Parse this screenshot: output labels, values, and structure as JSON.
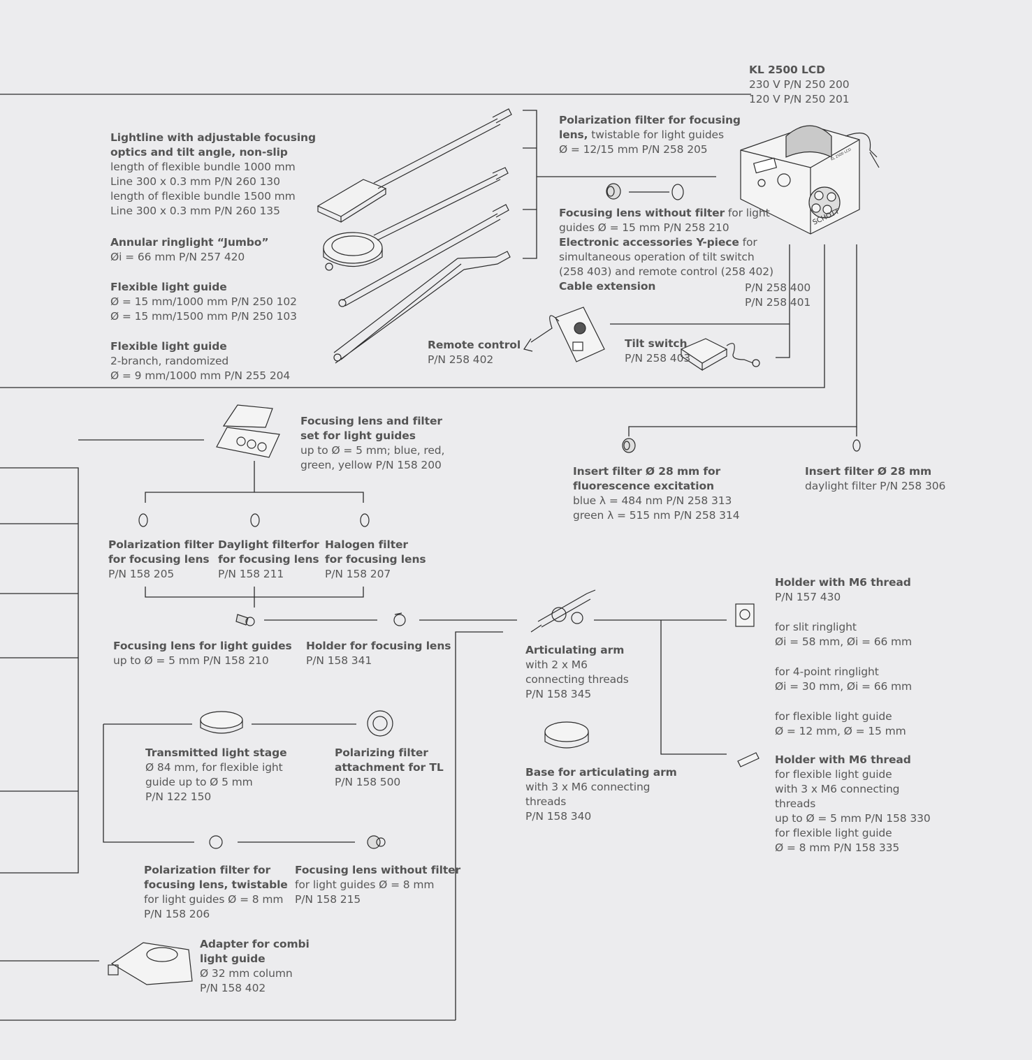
{
  "kl2500": {
    "title": "KL 2500 LCD",
    "lines": [
      "230 V   P/N 250 200",
      "120 V   P/N 250 201"
    ],
    "brand": "SCHOTT",
    "device_label": "KL 2500 LCD"
  },
  "polfilter_guides": {
    "title_a": "Polarization filter for focusing",
    "title_b": "lens,",
    "rest_b": " twistable for light guides",
    "lines": [
      "Ø = 12/15 mm   P/N 258 205"
    ]
  },
  "lightline": {
    "title": [
      "Lightline with adjustable focusing",
      "optics and tilt angle, non-slip"
    ],
    "lines": [
      "length of flexible bundle 1000 mm",
      "Line 300 x 0.3 mm      P/N 260 130",
      "length of flexible bundle 1500 mm",
      "Line 300 x 0.3 mm      P/N 260 135"
    ]
  },
  "jumbo": {
    "title": "Annular ringlight “Jumbo”",
    "lines": [
      "Øi =  66 mm                P/N 257 420"
    ]
  },
  "flex_guide": {
    "title": "Flexible light guide",
    "lines": [
      "Ø = 15 mm/1000 mm  P/N 250 102",
      "Ø = 15 mm/1500 mm  P/N 250 103"
    ]
  },
  "flex_guide2": {
    "title": "Flexible light guide",
    "lines": [
      "2-branch, randomized",
      "Ø = 9 mm/1000 mm    P/N 255 204"
    ]
  },
  "focus_nofilter": {
    "title": "Focusing lens without filter",
    "rest": " for light",
    "lines": [
      "guides Ø = 15 mm   P/N 258 210"
    ]
  },
  "ypiece": {
    "title": "Electronic accessories Y-piece",
    "rest": " for",
    "lines": [
      "simultaneous operation of tilt switch",
      "(258 403) and remote control (258 402)"
    ]
  },
  "cable": {
    "title": "Cable extension",
    "pn": [
      "P/N 258 400",
      "P/N 258 401"
    ]
  },
  "remote": {
    "title": "Remote  control",
    "lines": [
      "P/N 258 402"
    ]
  },
  "tilt": {
    "title": "Tilt switch",
    "lines": [
      "P/N 258 403"
    ]
  },
  "filterset": {
    "title": [
      "Focusing lens and filter",
      "set for light guides"
    ],
    "lines": [
      "up to Ø = 5 mm; blue, red,",
      "green, yellow   P/N 158 200"
    ]
  },
  "insert_fluo": {
    "title": [
      "Insert filter Ø 28 mm for",
      "fluorescence excitation"
    ],
    "lines": [
      "blue λ = 484 nm     P/N 258 313",
      "green λ = 515 nm   P/N 258 314"
    ]
  },
  "insert_day": {
    "title": "Insert filter Ø 28 mm",
    "lines": [
      "daylight filter  P/N 258 306"
    ]
  },
  "pol_fl": {
    "title": [
      "Polarization filter",
      "for focusing lens"
    ],
    "lines": [
      "P/N 158 205"
    ]
  },
  "day_fl": {
    "title": [
      "Daylight filterfor",
      "for focusing lens"
    ],
    "lines": [
      "P/N 158 211"
    ]
  },
  "hal_fl": {
    "title": [
      "Halogen filter",
      "for focusing lens"
    ],
    "lines": [
      "P/N 158 207"
    ]
  },
  "fl_guides": {
    "title": "Focusing lens for light guides",
    "lines": [
      "up to Ø = 5 mm    P/N 158 210"
    ]
  },
  "holder_fl": {
    "title": "Holder for focusing lens",
    "lines": [
      "P/N 158 341"
    ]
  },
  "arm": {
    "title": "Articulating arm",
    "lines": [
      "with 2 x M6",
      "connecting threads",
      "P/N 158 345"
    ]
  },
  "base": {
    "title": "Base for articulating arm",
    "lines": [
      "with 3 x M6 connecting",
      "threads",
      "P/N 158 340"
    ]
  },
  "holder_m6": {
    "title": "Holder with M6 thread",
    "lines": [
      "P/N 157 430",
      "",
      "for slit ringlight",
      "Øi  = 58 mm, Øi  = 66 mm",
      "",
      "for 4-point ringlight",
      "Øi  = 30 mm, Øi  = 66 mm",
      "",
      "for flexible light guide",
      "Ø  = 12 mm, Ø  = 15 mm"
    ]
  },
  "holder_m6b": {
    "title": "Holder with M6 thread",
    "lines": [
      "for flexible light guide",
      "with 3 x M6 connecting",
      "threads",
      "up to Ø = 5 mm  P/N 158 330",
      "for flexible light guide",
      "Ø = 8 mm  P/N 158 335"
    ]
  },
  "tl_stage": {
    "title": "Transmitted light stage",
    "lines": [
      "Ø 84 mm, for flexible ight",
      "guide up to Ø 5 mm",
      "P/N 122 150"
    ]
  },
  "pol_tl": {
    "title": [
      "Polarizing filter",
      "attachment for TL"
    ],
    "lines": [
      "P/N 158 500"
    ]
  },
  "pol_twist": {
    "title": [
      "Polarization filter for",
      "focusing lens, twistable"
    ],
    "lines": [
      "for light guides Ø = 8 mm",
      "P/N 158 206"
    ]
  },
  "fl_nofilter8": {
    "title": "Focusing lens without filter",
    "lines": [
      "for light guides Ø = 8 mm",
      "P/N 158 215"
    ]
  },
  "adapter": {
    "title": [
      "Adapter for combi",
      "light guide"
    ],
    "lines": [
      "Ø 32 mm column",
      "P/N 158 402"
    ]
  }
}
